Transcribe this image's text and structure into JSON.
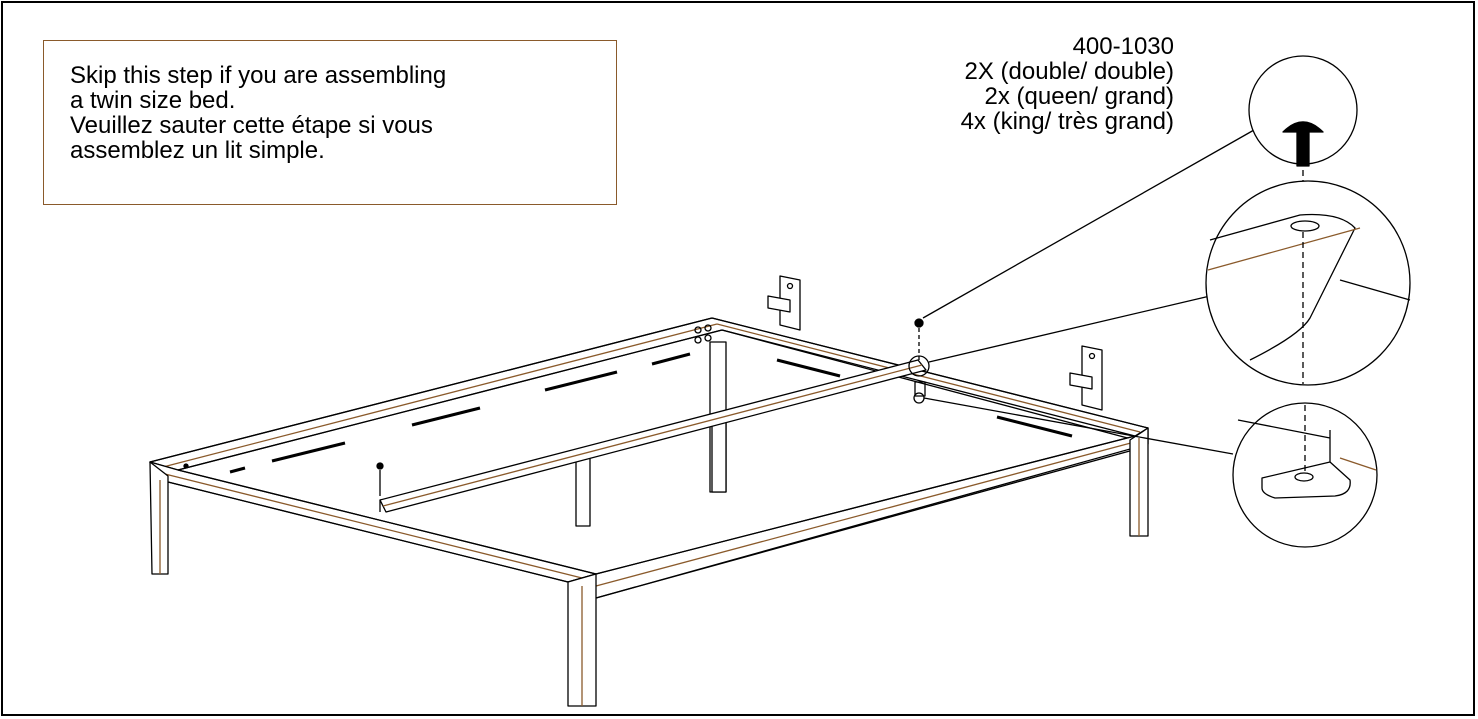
{
  "note": {
    "line1": "Skip this step if you are assembling",
    "line2": "a twin size bed.",
    "line3": "Veuillez sauter cette étape si vous",
    "line4": "assemblez un lit simple."
  },
  "parts": {
    "code": "400-1030",
    "double": "2X (double/ double)",
    "queen": "2x (queen/ grand)",
    "king": "4x (king/ très grand)"
  },
  "colors": {
    "line": "#000000",
    "accent": "#8a5a2b"
  }
}
